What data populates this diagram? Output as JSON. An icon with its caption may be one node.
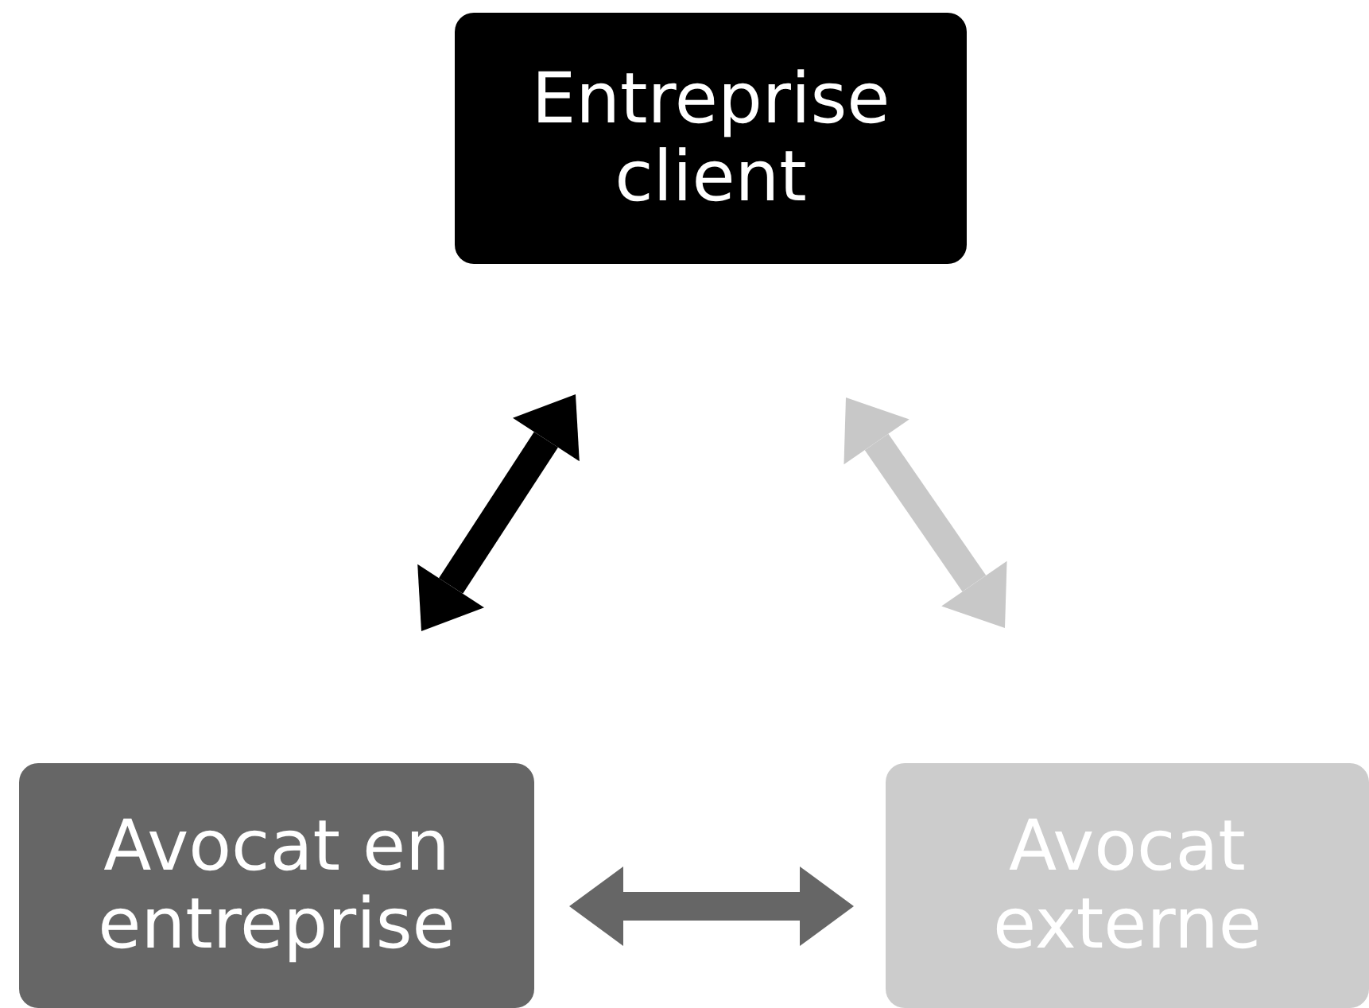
{
  "diagram": {
    "nodes": [
      {
        "text": [
          "Entreprise client"
        ]
      },
      {
        "text": [
          "Avocat en entreprise"
        ]
      },
      {
        "text": [
          "Avocat externe"
        ]
      }
    ],
    "edges": [
      {
        "from": 1,
        "to": 0,
        "arrow": "both",
        "color": "#000000"
      },
      {
        "from": 0,
        "to": 2,
        "arrow": "both",
        "color": "#c8c8c8"
      },
      {
        "from": 1,
        "to": 2,
        "arrow": "both",
        "color": "#666666"
      }
    ]
  }
}
